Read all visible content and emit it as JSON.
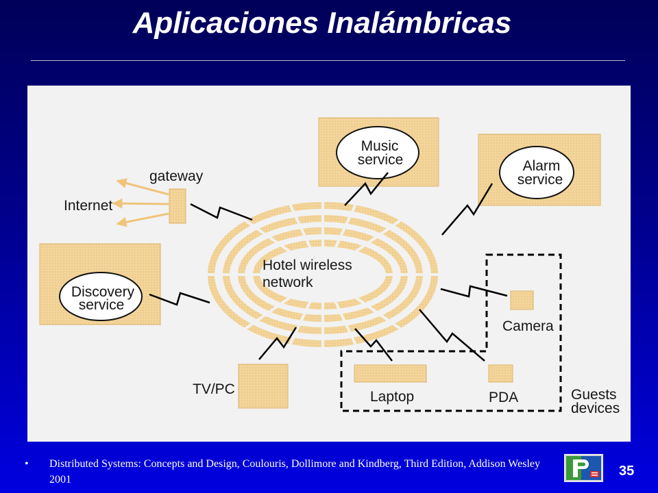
{
  "slide": {
    "title": "Aplicaciones Inalámbricas",
    "page_number": "35"
  },
  "footer": {
    "bullet": "•",
    "citation": "Distributed Systems: Concepts and Design, Coulouris, Dollimore and Kindberg, Third Edition, Addison Wesley 2001"
  },
  "diagram": {
    "gateway": "gateway",
    "internet": "Internet",
    "music_service": [
      "Music",
      "service"
    ],
    "alarm_service": [
      "Alarm",
      "service"
    ],
    "discovery_service": [
      "Discovery",
      "service"
    ],
    "hotel_network": [
      "Hotel wireless",
      "network"
    ],
    "camera": "Camera",
    "tv_pc": "TV/PC",
    "laptop": "Laptop",
    "pda": "PDA",
    "guests_devices": [
      "Guests",
      "devices"
    ]
  },
  "icons": {
    "logo": "institution-logo"
  },
  "colors": {
    "background_top": "#000058",
    "background_bottom": "#0000e0",
    "title_text": "#ffffff",
    "diagram_background": "#f2f2f2",
    "node_fill": "#f3d59b",
    "link_line": "#000000"
  }
}
